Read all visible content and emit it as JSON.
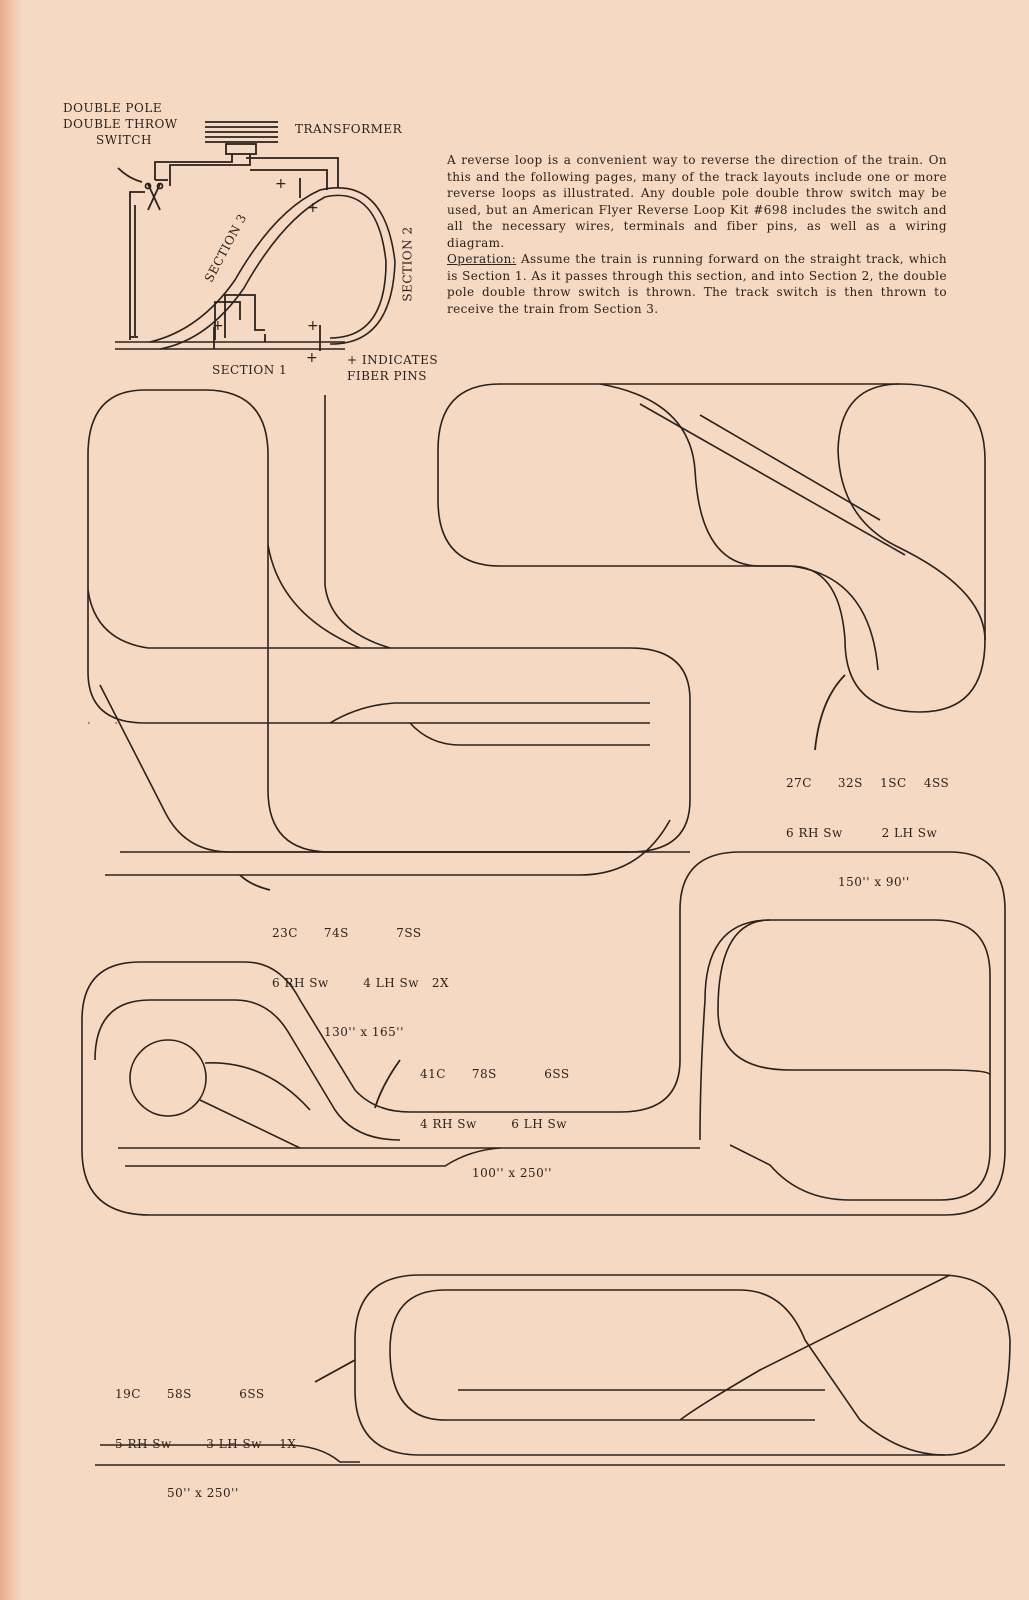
{
  "wiring_diagram": {
    "switch_label_lines": [
      "DOUBLE POLE",
      "DOUBLE THROW",
      "SWITCH"
    ],
    "transformer_label": "TRANSFORMER",
    "section_1": "SECTION 1",
    "section_2": "SECTION 2",
    "section_3": "SECTION 3",
    "fiber_pins_line1": "+ INDICATES",
    "fiber_pins_line2": "FIBER PINS"
  },
  "intro": {
    "paragraph": "A reverse loop is a convenient way to reverse the direction of the train. On this and the following pages, many of the track layouts include one or more reverse loops as illustrated. Any double pole double throw switch may be used, but an American Flyer Reverse Loop Kit #698 includes the switch and all the necessary wires, terminals and fiber pins, as well as a wiring diagram.",
    "operation_label": "Operation:",
    "operation_text": "Assume the train is running forward on the straight track, which is Section 1. As it passes through this section, and into Section 2, the double pole double throw switch is thrown. The track switch is then thrown to receive the train from Section 3."
  },
  "layouts": [
    {
      "name": "layout-a",
      "line1": "23C      74S           7SS",
      "line2": "6 RH Sw        4 LH Sw   2X",
      "line3": "130'' x 165''"
    },
    {
      "name": "layout-b",
      "line1": "27C      32S    1SC    4SS",
      "line2": "6 RH Sw         2 LH Sw",
      "line3": "150'' x 90''"
    },
    {
      "name": "layout-c",
      "line1": "41C      78S           6SS",
      "line2": "4 RH Sw        6 LH Sw",
      "line3": "100'' x 250''"
    },
    {
      "name": "layout-d",
      "line1": "19C      58S           6SS",
      "line2": "5 RH Sw        3 LH Sw    1X",
      "line3": "50'' x 250''"
    }
  ]
}
